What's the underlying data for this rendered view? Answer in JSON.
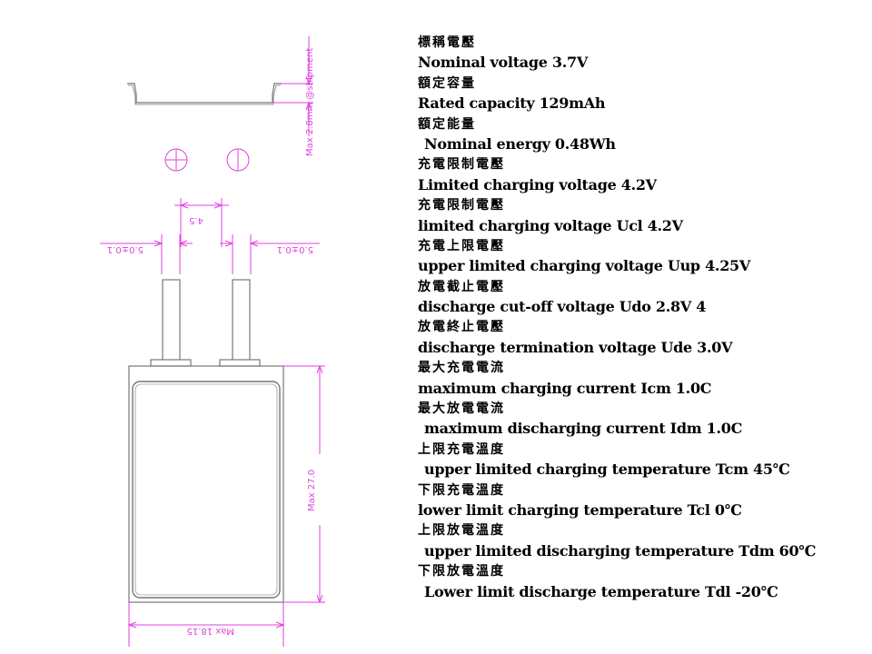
{
  "drawing": {
    "dimensions": {
      "thickness": "Max 2.8mm @shipment",
      "tab_spacing": "4.5",
      "tab_width_left": "5.0±0.1",
      "tab_width_right": "5.0±0.1",
      "height": "Max 27.0",
      "width": "Max 18.15"
    },
    "colors": {
      "outline": "#777777",
      "dimension": "#e040e0",
      "text": "#000000"
    }
  },
  "specs": [
    {
      "cn": "標稱電壓",
      "en": "Nominal voltage 3.7V"
    },
    {
      "cn": "額定容量",
      "en": "Rated capacity 129mAh"
    },
    {
      "cn": "額定能量",
      "en": "Nominal energy 0.48Wh"
    },
    {
      "cn": "充電限制電壓",
      "en": "Limited charging voltage 4.2V"
    },
    {
      "cn": "充電限制電壓",
      "en": "limited charging voltage Ucl 4.2V"
    },
    {
      "cn": "充電上限電壓",
      "en": "upper limited charging voltage Uup 4.25V"
    },
    {
      "cn": "放電截止電壓",
      "en": "discharge cut-off voltage Udo 2.8V 4"
    },
    {
      "cn": "放電終止電壓",
      "en": "discharge termination voltage Ude 3.0V"
    },
    {
      "cn": "最大充電電流",
      "en": "maximum charging current Icm 1.0C"
    },
    {
      "cn": "最大放電電流",
      "en": "maximum discharging current Idm 1.0C"
    },
    {
      "cn": "上限充電溫度",
      "en": "upper limited charging temperature Tcm 45℃"
    },
    {
      "cn": "下限充電溫度",
      "en": "lower limit charging temperature Tcl 0℃"
    },
    {
      "cn": "上限放電溫度",
      "en": "upper limited discharging temperature Tdm 60℃"
    },
    {
      "cn": "下限放電溫度",
      "en": "Lower limit discharge temperature Tdl -20℃"
    }
  ]
}
